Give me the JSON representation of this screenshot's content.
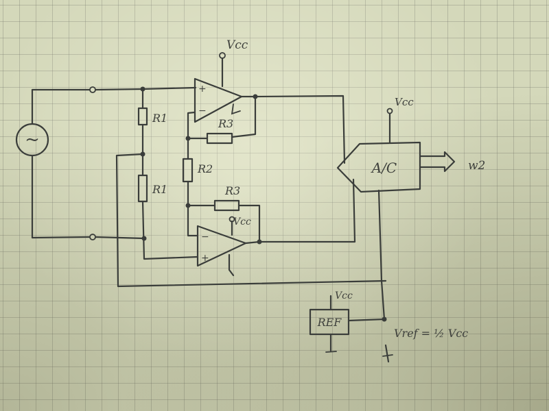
{
  "schematic": {
    "labels": {
      "vcc_top": "Vcc",
      "vcc_bottom_amp": "Vcc",
      "vcc_adc": "Vcc",
      "vcc_ref": "Vcc",
      "r1_top": "R1",
      "r1_bottom": "R1",
      "r2": "R2",
      "r3_top": "R3",
      "r3_bottom": "R3",
      "adc": "A/C",
      "adc_output": "w2",
      "ref": "REF",
      "ref_equation": "Vref = ½ Vcc",
      "amp_top_plus": "+",
      "amp_top_minus": "−",
      "amp_bottom_minus": "−",
      "amp_bottom_plus": "+",
      "source_symbol": "~"
    }
  }
}
